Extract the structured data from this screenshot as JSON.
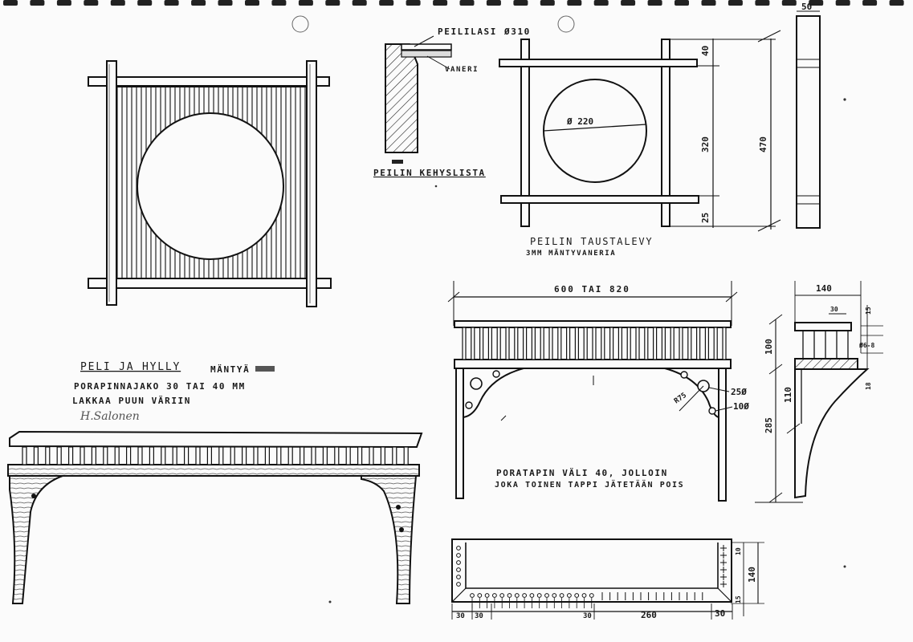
{
  "binding_holes": {
    "count": 34
  },
  "mirror_frame_view": {},
  "frame_profile": {
    "title": "PEILIN KEHYSLISTA",
    "glass_label": "PEILILASI",
    "glass_dim": "Ø310",
    "plywood_label": "VANERI"
  },
  "backboard": {
    "title": "PEILIN TAUSTALEVY",
    "subtitle": "3MM MÄNTYVANERIA",
    "circle_dim": "Ø 220",
    "dim_top": "40",
    "dim_mid": "320",
    "dim_bottom": "25",
    "dim_total": "470",
    "side_width": "50"
  },
  "notes": {
    "title": "PELI JA HYLLY",
    "material": "MÄNTYÄ",
    "line2": "PORAPINNAJAKO 30 TAI 40 MM",
    "line3": "LAKKAA PUUN VÄRIIN",
    "signature": "H.Salonen"
  },
  "shelf_front": {
    "width_dim": "600 TAI 820",
    "hole_big": "25Ø",
    "hole_small": "10Ø",
    "radius": "R75",
    "note_line1": "PORATAPIN VÄLI 40, JOLLOIN",
    "note_line2": "JOKA TOINEN TAPPI JÄTETÄÄN POIS"
  },
  "shelf_side": {
    "depth": "140",
    "offset": "30",
    "top_gap": "15",
    "rail_height": "100",
    "dowel_dia": "Ø6-8",
    "bracket_upper": "110",
    "shelf_thick": "18",
    "bracket_total": "285"
  },
  "shelf_plan": {
    "dim_a": "30",
    "dim_b": "30",
    "dim_c": "30",
    "dim_mid": "260",
    "dim_d": "30",
    "depth": "140",
    "side_top": "10",
    "side_bottom": "15"
  },
  "shelf_sketch": {}
}
